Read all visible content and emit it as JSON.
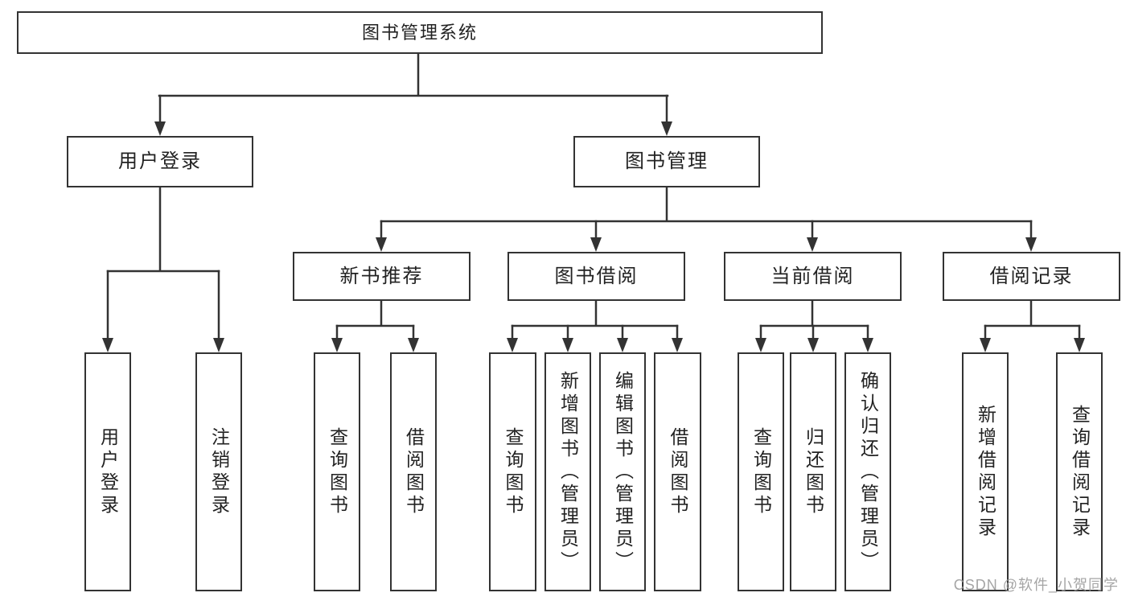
{
  "diagram": {
    "title": "图书管理系统",
    "branches": [
      {
        "label": "用户登录",
        "leaves": [
          {
            "label": "用户登录"
          },
          {
            "label": "注销登录"
          }
        ]
      },
      {
        "label": "图书管理",
        "groups": [
          {
            "label": "新书推荐",
            "leaves": [
              {
                "label": "查询图书"
              },
              {
                "label": "借阅图书"
              }
            ]
          },
          {
            "label": "图书借阅",
            "leaves": [
              {
                "label": "查询图书"
              },
              {
                "label": "新增图书（管理员）"
              },
              {
                "label": "编辑图书（管理员）"
              },
              {
                "label": "借阅图书"
              }
            ]
          },
          {
            "label": "当前借阅",
            "leaves": [
              {
                "label": "查询图书"
              },
              {
                "label": "归还图书"
              },
              {
                "label": "确认归还（管理员）"
              }
            ]
          },
          {
            "label": "借阅记录",
            "leaves": [
              {
                "label": "新增借阅记录"
              },
              {
                "label": "查询借阅记录"
              }
            ]
          }
        ]
      }
    ]
  },
  "watermark": {
    "text": "CSDN @软件_小贺同学"
  },
  "colors": {
    "line": "#333333",
    "text": "#222222",
    "box_background": "#ffffff",
    "watermark": "#9b9b9b"
  }
}
